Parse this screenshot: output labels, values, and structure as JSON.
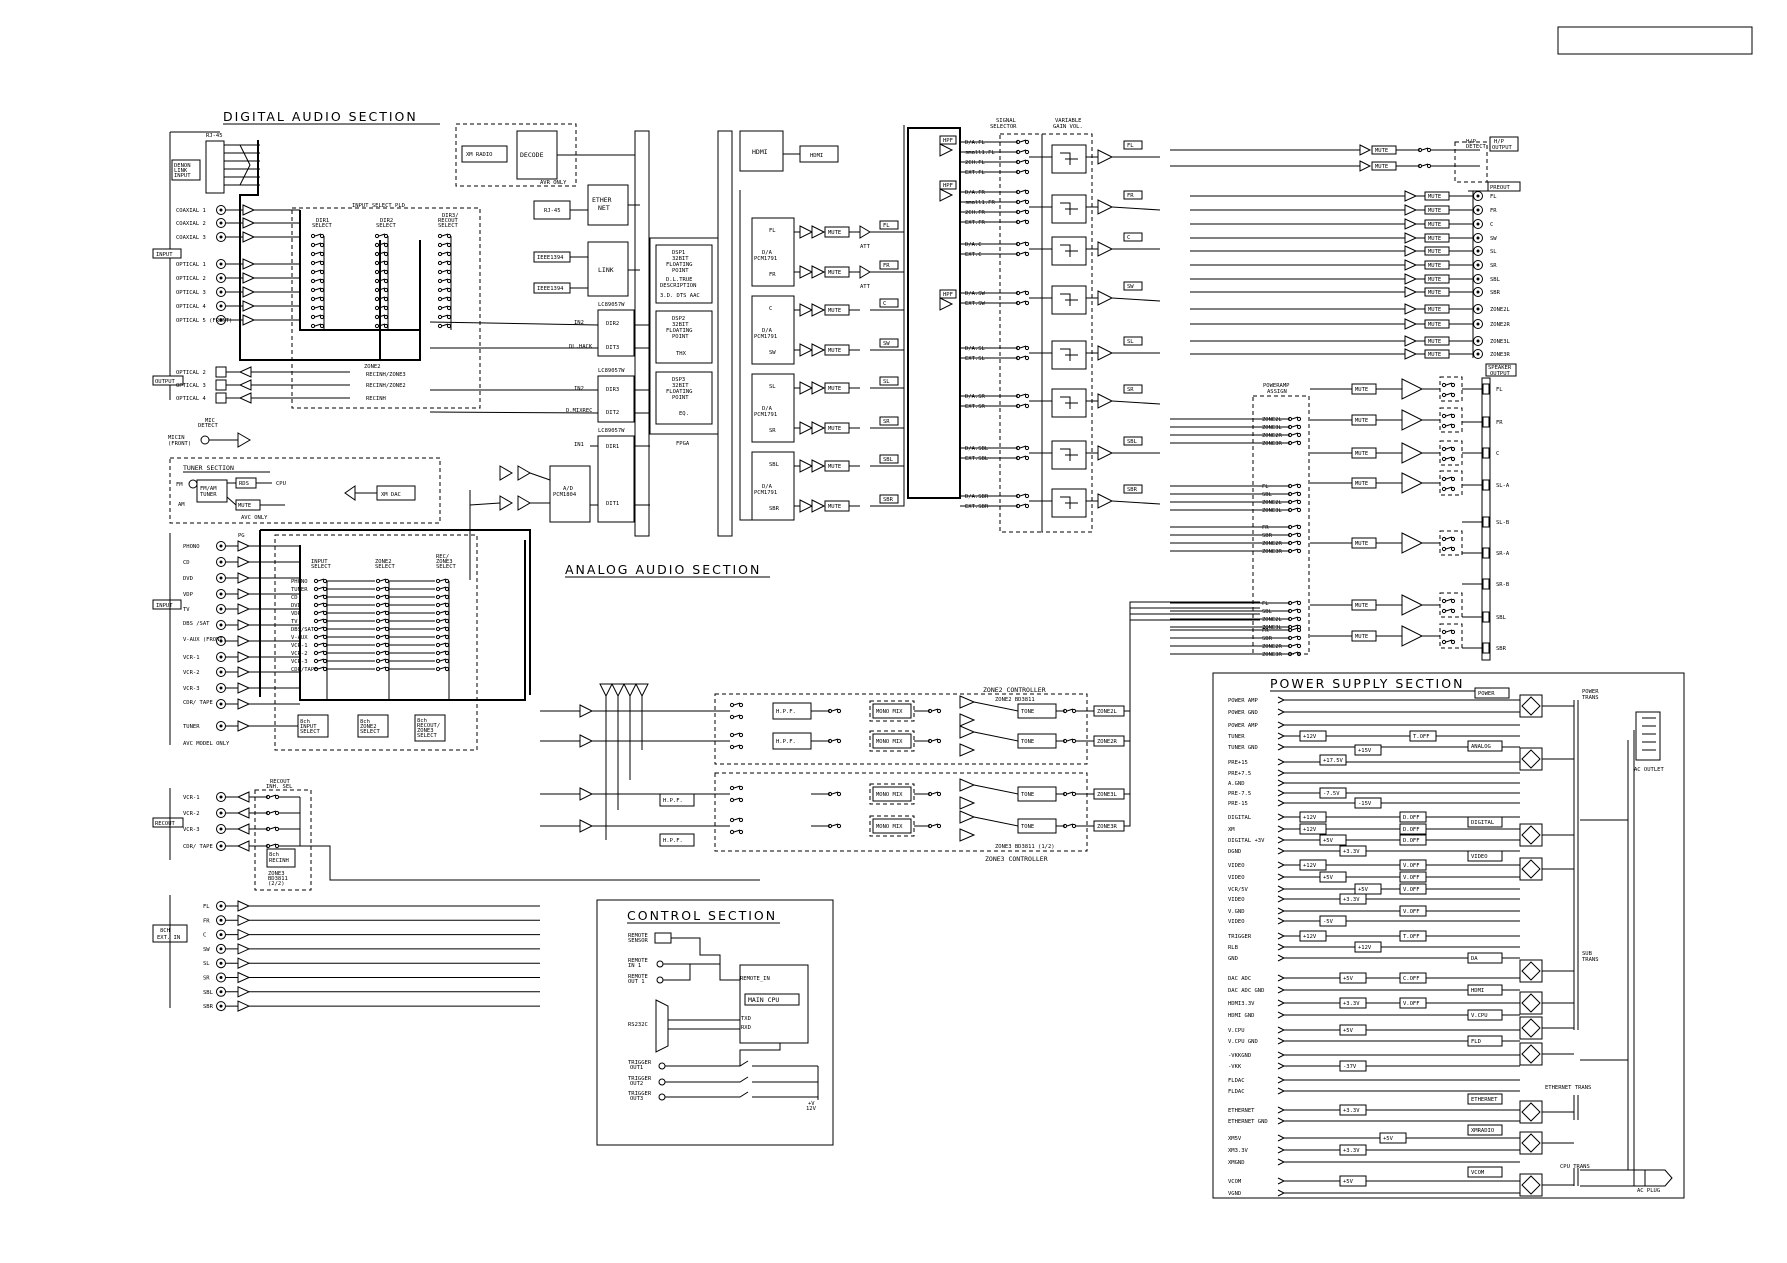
{
  "sections": {
    "digital": "DIGITAL AUDIO SECTION",
    "analog": "ANALOG AUDIO SECTION",
    "tuner": "TUNER SECTION",
    "control": "CONTROL SECTION",
    "power": "POWER SUPPLY SECTION"
  },
  "labels": {
    "rj45": "RJ-45",
    "denon_link": [
      "DENON",
      "LINK",
      "INPUT"
    ],
    "xm_radio": "XM RADIO",
    "decode": "DECODE",
    "avr_only": "AVR ONLY",
    "hdmi": "HDMI",
    "ethernet": [
      "ETHER",
      "NET"
    ],
    "link": "LINK",
    "ieee1394": "IEEE1394",
    "fpga": "FPGA",
    "input_select_pld": "INPUT SELECT PLD",
    "dir1_select": [
      "DIR1",
      "SELECT"
    ],
    "dir2_select": [
      "DIR2",
      "SELECT"
    ],
    "dirx_recout": [
      "DIR3/",
      "RECOUT",
      "SELECT"
    ],
    "zone2_rec": "ZONE2",
    "recinh_zone3": "RECINH/ZONE3",
    "recinh_zone2": "RECINH/ZONE2",
    "recinh": "RECINH",
    "dsp1": [
      "DSP1",
      "32BIT",
      "FLOATING",
      "POINT"
    ],
    "dsp1_dec": [
      "D.L.TRUE",
      "DESCRIPTION"
    ],
    "dsp1_dts": "3.D. DTS AAC",
    "dsp2": [
      "DSP2",
      "32BIT",
      "FLOATING",
      "POINT"
    ],
    "thx": "THX",
    "dsp3": [
      "DSP3",
      "32BIT",
      "FLOATING",
      "POINT"
    ],
    "eq": "EQ.",
    "dir_boxes": [
      "DIR2",
      "DIT3",
      "DIR3",
      "DIT2",
      "DIR1",
      "DIT1"
    ],
    "lc89057": "LC89057W",
    "dl_hack": "DL.HACK",
    "d_mixrec": "D.MIXREC",
    "in1": "IN1",
    "in2": "IN2",
    "ad": [
      "A/D",
      "PCM1804"
    ],
    "xm_dac": "XM DAC",
    "rds": "RDS",
    "fm_am_tuner": [
      "FM/AM",
      "TUNER"
    ],
    "fm": "FM",
    "am": "AM",
    "cpu": "CPU",
    "avc_only": "AVC ONLY",
    "mute": "MUTE",
    "mic_detect": [
      "MIC",
      "DETECT"
    ],
    "mic_in": [
      "MICIN",
      "(FRONT)"
    ],
    "da_chip": [
      "D/A",
      "PCM1791"
    ],
    "att": "ATT",
    "hpf": "HPF",
    "ch_pairs": [
      [
        "FL",
        "FR"
      ],
      [
        "C",
        "SW"
      ],
      [
        "SL",
        "SR"
      ],
      [
        "SBL",
        "SBR"
      ]
    ],
    "att_outs": [
      "FL",
      "FR",
      "C",
      "SW",
      "SL",
      "SR",
      "SBL",
      "SBR"
    ],
    "signal_selector": [
      "SIGNAL",
      "SELECTOR"
    ],
    "variable_gain": [
      "VARIABLE",
      "GAIN VOL."
    ],
    "selector_inputs": [
      [
        "D/A.FL",
        "small1.FL",
        "2CH.FL",
        "EXT.FL"
      ],
      [
        "D/A.FR",
        "small1.FR",
        "2CH.FR",
        "EXT.FR"
      ],
      [
        "D/A.C",
        "EXT.C"
      ],
      [
        "D/A.SW",
        "EXT.SW"
      ],
      [
        "D/A.SL",
        "EXT.SL"
      ],
      [
        "D/A.SR",
        "EXT.SR"
      ],
      [
        "D/A.SBL",
        "EXT.SBL"
      ],
      [
        "D/A.SBR",
        "EXT.SBR"
      ]
    ],
    "vol_outs": [
      "FL",
      "FR",
      "C",
      "SW",
      "SL",
      "SR",
      "SBL",
      "SBR"
    ],
    "hp_detect": [
      "H/P",
      "DETECT"
    ],
    "hp_output": [
      "H/P",
      "OUTPUT"
    ],
    "preout": "PREOUT",
    "preout_chs": [
      "FL",
      "FR",
      "C",
      "SW",
      "SL",
      "SR",
      "SBL",
      "SBR",
      "ZONE2L",
      "ZONE2R",
      "ZONE3L",
      "ZONE3R"
    ],
    "poweramp_assign": [
      "POWERAMP",
      "ASSIGN"
    ],
    "assign_groups": [
      [
        "ZONE2L",
        "ZONE3L",
        "ZONE2R",
        "ZONE3R"
      ],
      [
        "FL",
        "SBL",
        "ZONE2L",
        "ZONE3L"
      ],
      [
        "FR",
        "SBR",
        "ZONE2R",
        "ZONE3R"
      ],
      [
        "FL",
        "SBL",
        "ZONE2L",
        "ZONE3L"
      ],
      [
        "FR",
        "SBR",
        "ZONE2R",
        "ZONE3R"
      ]
    ],
    "speaker_output": [
      "SPEAKER",
      "OUTPUT"
    ],
    "spk_chs": [
      "FL",
      "FR",
      "C",
      "SL-A",
      "SL-B",
      "SR-A",
      "SR-B",
      "SBL",
      "SBR"
    ],
    "pg": "PG",
    "analog_inputs": [
      "PHONO",
      "CD",
      "DVD",
      "VDP",
      "TV",
      "DBS /SAT",
      "V-AUX (FRONT)",
      "VCR-1",
      "VCR-2",
      "VCR-3",
      "CDR/ TAPE",
      "TUNER"
    ],
    "avc_model_only": "AVC MODEL ONLY",
    "input_select": [
      "INPUT",
      "SELECT"
    ],
    "zone2_select": [
      "ZONE2",
      "SELECT"
    ],
    "rec_zone3_select": [
      "REC/",
      "ZONE3",
      "SELECT"
    ],
    "sel_rows": [
      "PHONO",
      "TUNER",
      "CD",
      "DVD",
      "VDP",
      "TV",
      "DBS/SAT",
      "V-AUX",
      "VCR-1",
      "VCR-2",
      "VCR-3",
      "CDR/TAPE"
    ],
    "ch8_input_select": [
      "8ch",
      "INPUT",
      "SELECT"
    ],
    "ch8_zone2_select": [
      "8ch",
      "ZONE2",
      "SELECT"
    ],
    "ch8_recout_select": [
      "8ch",
      "RECOUT/",
      "ZONE3",
      "SELECT"
    ],
    "recout_inh_sel": [
      "RECOUT",
      "INH. SEL"
    ],
    "recout_outs": [
      "VCR-1",
      "VCR-2",
      "VCR-3",
      "CDR/ TAPE"
    ],
    "ch8_recinh": [
      "8ch",
      "RECINH"
    ],
    "zone3_bd": [
      "ZONE3",
      "BD3811",
      "(2/2)"
    ],
    "ext_in_chs": [
      "FL",
      "FR",
      "C",
      "SW",
      "SL",
      "SR",
      "SBL",
      "SBR"
    ],
    "ext_in": [
      "8CH",
      "EXT. IN"
    ],
    "input_tag": "INPUT",
    "output_tag": "OUTPUT",
    "recout_tag": "RECOUT",
    "digital_inputs": [
      "COAXIAL 1",
      "COAXIAL 2",
      "COAXIAL 3",
      "OPTICAL 1",
      "OPTICAL 2",
      "OPTICAL 3",
      "OPTICAL 4",
      "OPTICAL 5 (FRONT)"
    ],
    "digital_outputs": [
      "OPTICAL 2",
      "OPTICAL 3",
      "OPTICAL 4"
    ],
    "zone2_controller": "ZONE2 CONTROLLER",
    "zone2_bd": "ZONE2 BD3811",
    "zone3_controller": "ZONE3 CONTROLLER",
    "zone3_bd3811": "ZONE3 BD3811 (1/2)",
    "hpf_box": "H.P.F.",
    "mono_mix": "MONO MIX",
    "tone": "TONE",
    "zone_outs": [
      "ZONE2L",
      "ZONE2R",
      "ZONE3L",
      "ZONE3R"
    ],
    "remote_sensor": [
      "REMOTE",
      "SENSOR"
    ],
    "remote_in": [
      "REMOTE",
      "IN 1"
    ],
    "remote_out": [
      "REMOTE",
      "OUT 1"
    ],
    "rs232c": "RS232C",
    "remote_in_pin": "REMOTE_IN",
    "main_cpu": "MAIN CPU",
    "txd": "TXD",
    "rxd": "RXD",
    "triggers": [
      [
        "TRIGGER",
        "OUT1"
      ],
      [
        "TRIGGER",
        "OUT2"
      ],
      [
        "TRIGGER",
        "OUT3"
      ]
    ],
    "v_12v": [
      "+V",
      "12V"
    ],
    "ps_rails": [
      "POWER AMP",
      "POWER GND",
      "POWER AMP",
      "TUNER",
      "TUNER GND",
      "PRE+15",
      "PRE+7.5",
      "A.GND",
      "PRE-7.5",
      "PRE-15",
      "DIGITAL",
      "XM",
      "DIGITAL +3V",
      "DGND",
      "VIDEO",
      "VIDEO",
      "VCR/5V",
      "VIDEO",
      "V.GND",
      "VIDEO",
      "TRIGGER",
      "RLB",
      "GND",
      "DAC ADC",
      "DAC ADC GND",
      "HDMI3.3V",
      "HDMI GND",
      "V.CPU",
      "V.CPU GND",
      "-VKKGND",
      "-VKK",
      "FLDAC",
      "FLDAC",
      "ETHERNET",
      "ETHERNET GND",
      "XM5V",
      "XM3.3V",
      "XMGND",
      "VCOM",
      "VGND"
    ],
    "ps_regs": [
      "+12V",
      "+12V",
      "+17.5V",
      "-7.5V",
      "+15V",
      "-15V",
      "+12V",
      "+5V",
      "+3.3V",
      "+12V",
      "+5V",
      "+5V",
      "+3.3V",
      "-5V",
      "+12V",
      "+12V",
      "+5V",
      "+3.3V",
      "+5V",
      "-37V",
      "+3.3V",
      "+5V",
      "+3.3V",
      "+5V"
    ],
    "ps_offs": [
      "T.OFF",
      "D.OFF",
      "D.OFF",
      "D.OFF",
      "V.OFF",
      "V.OFF",
      "V.OFF",
      "V.OFF",
      "T.OFF",
      "C.OFF",
      "V.OFF"
    ],
    "power_blocks": [
      "POWER",
      "ANALOG",
      "DIGITAL",
      "VIDEO",
      "DA",
      "HDMI",
      "V.CPU",
      "FLD",
      "ETHERNET",
      "XMRADIO",
      "VCOM"
    ],
    "power_trans": [
      "POWER",
      "TRANS"
    ],
    "sub_trans": [
      "SUB",
      "TRANS"
    ],
    "ethernet_trans": "ETHERNET TRANS",
    "cpu_trans": "CPU TRANS",
    "ac_outlet": "AC OUTLET",
    "ac_plug": "AC PLUG",
    "sw": "SW"
  },
  "colors": {
    "ink": "#000000",
    "paper": "#ffffff"
  }
}
